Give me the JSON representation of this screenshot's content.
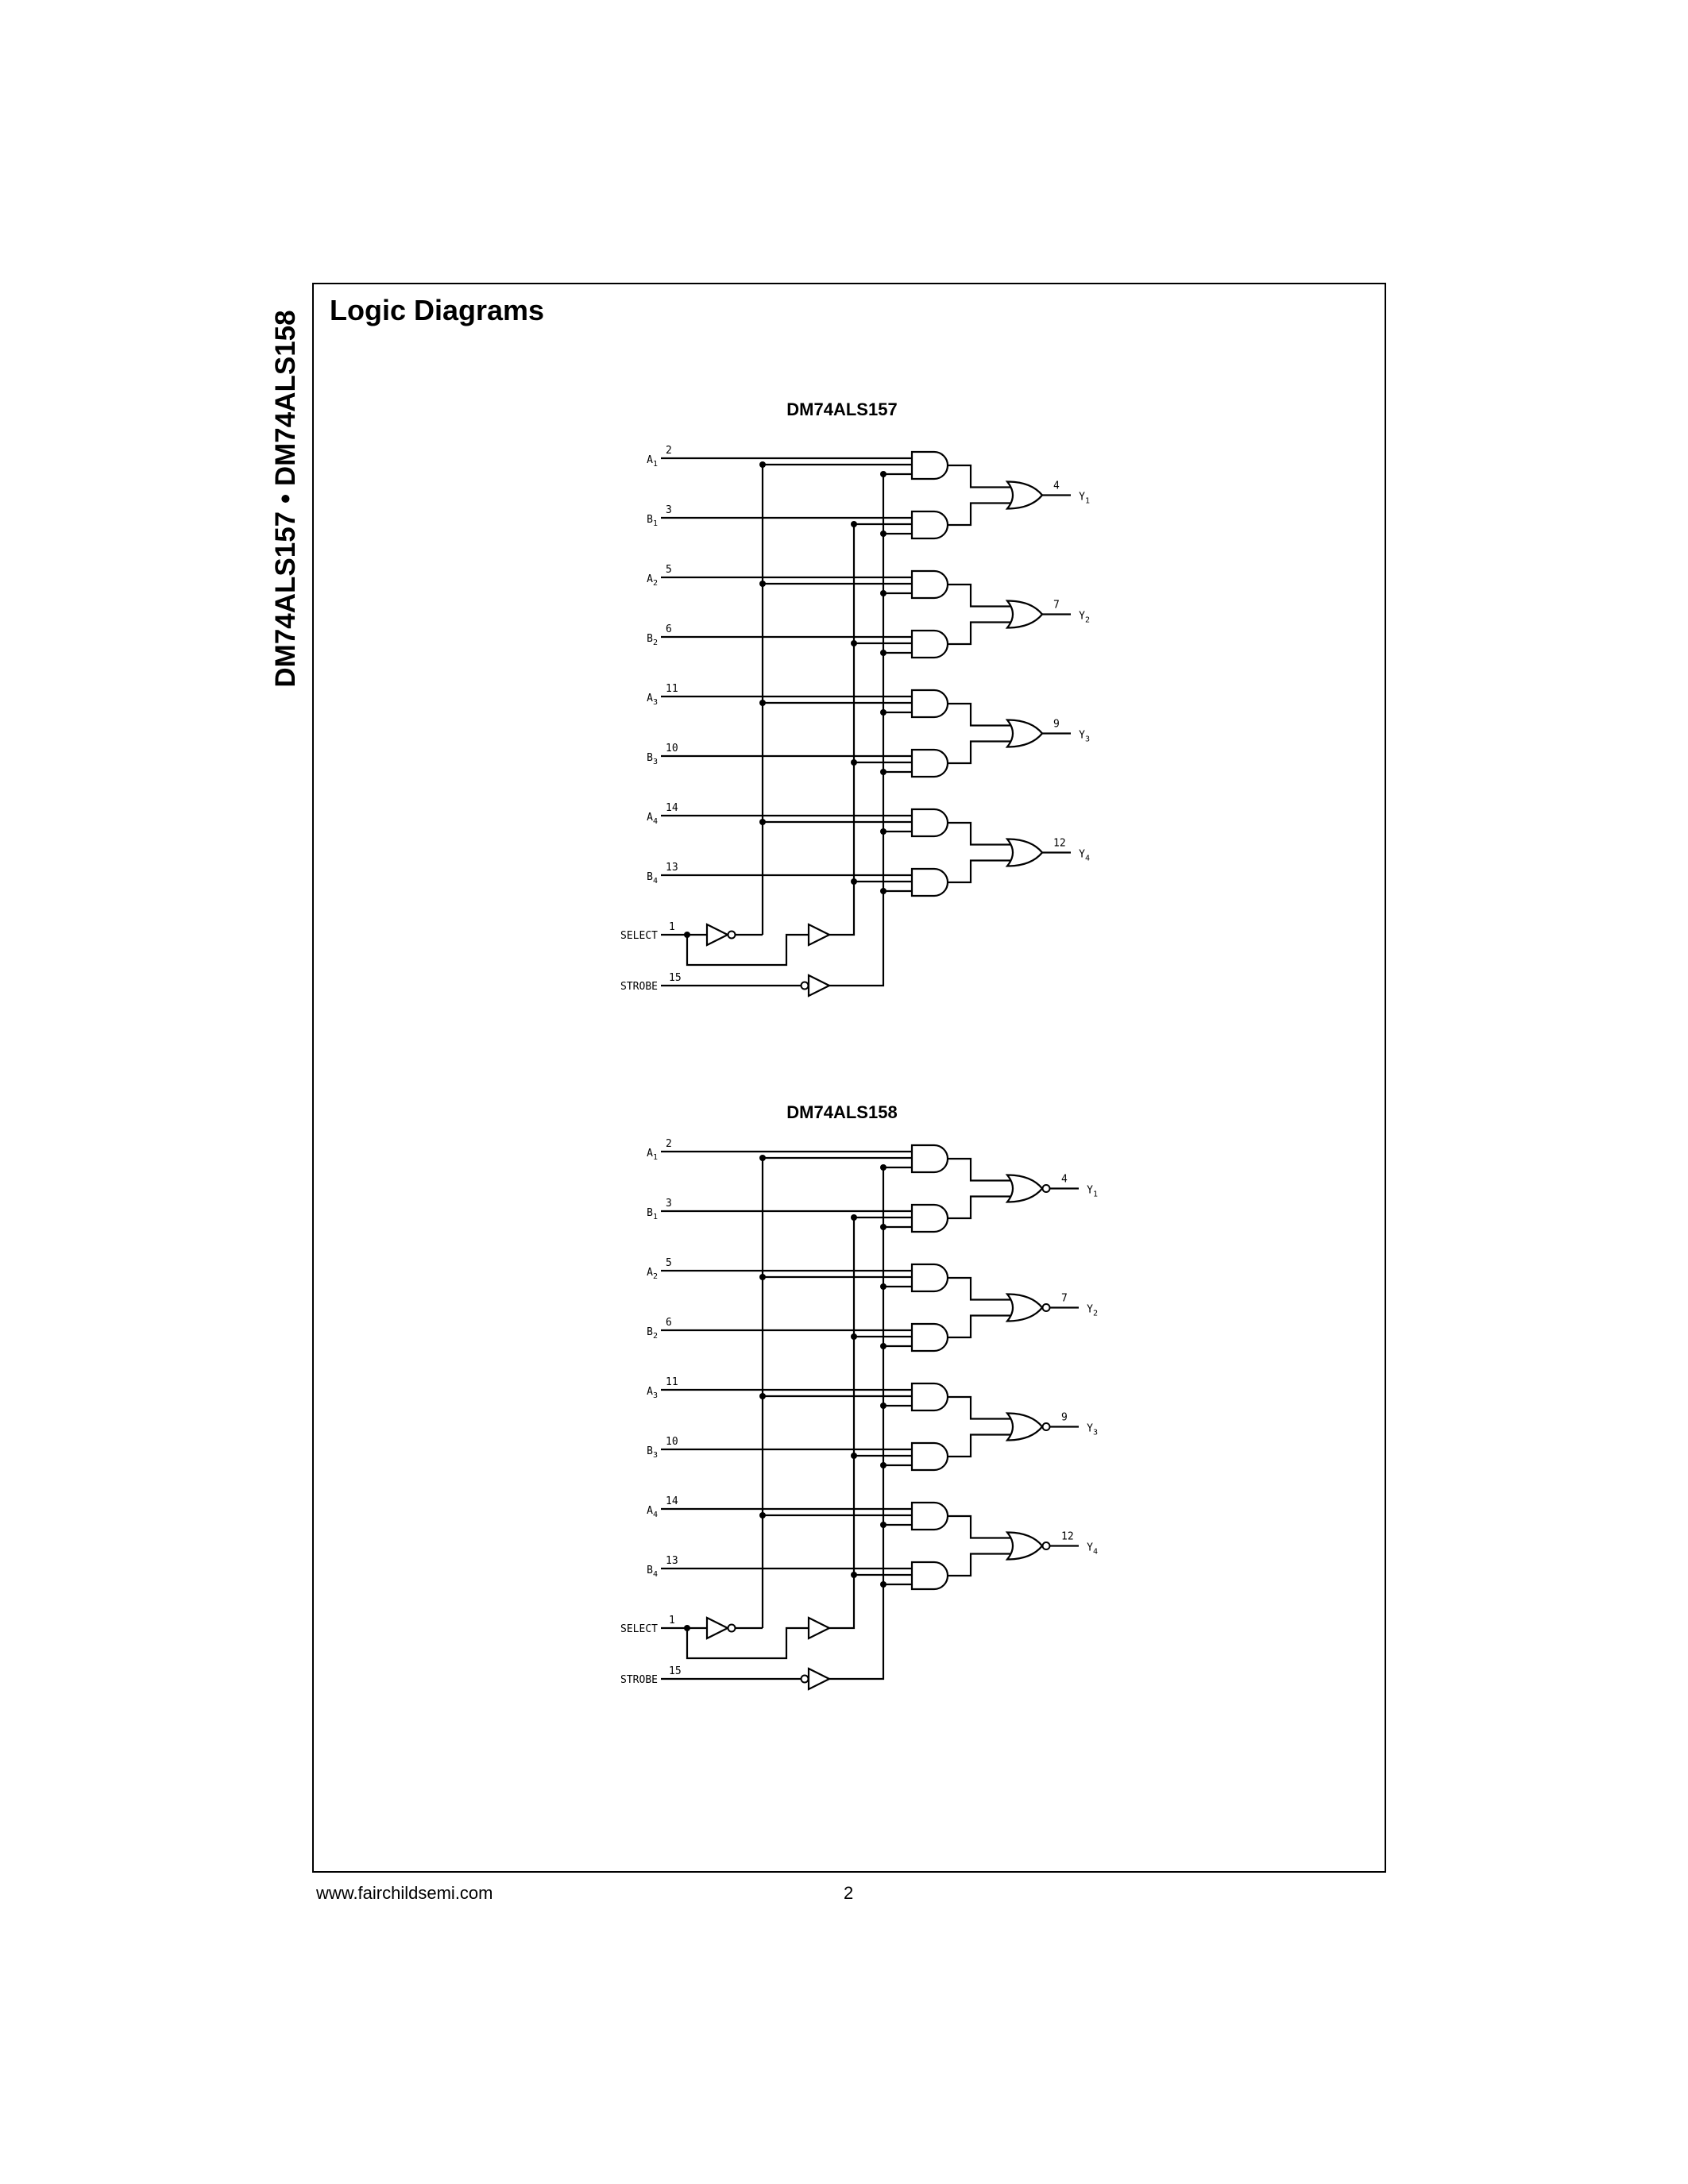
{
  "side_title": "DM74ALS157 • DM74ALS158",
  "section_title": "Logic Diagrams",
  "footer": {
    "url": "www.fairchildsemi.com",
    "page": "2"
  },
  "diagrams": [
    {
      "title": "DM74ALS157",
      "inverted_outputs": false,
      "inputs": [
        {
          "sig": "A",
          "sub": "1",
          "pin": "2"
        },
        {
          "sig": "B",
          "sub": "1",
          "pin": "3"
        },
        {
          "sig": "A",
          "sub": "2",
          "pin": "5"
        },
        {
          "sig": "B",
          "sub": "2",
          "pin": "6"
        },
        {
          "sig": "A",
          "sub": "3",
          "pin": "11"
        },
        {
          "sig": "B",
          "sub": "3",
          "pin": "10"
        },
        {
          "sig": "A",
          "sub": "4",
          "pin": "14"
        },
        {
          "sig": "B",
          "sub": "4",
          "pin": "13"
        }
      ],
      "outputs": [
        {
          "sig": "Y",
          "sub": "1",
          "pin": "4"
        },
        {
          "sig": "Y",
          "sub": "2",
          "pin": "7"
        },
        {
          "sig": "Y",
          "sub": "3",
          "pin": "9"
        },
        {
          "sig": "Y",
          "sub": "4",
          "pin": "12"
        }
      ],
      "select": {
        "label": "SELECT",
        "pin": "1"
      },
      "strobe": {
        "label": "STROBE",
        "pin": "15"
      }
    },
    {
      "title": "DM74ALS158",
      "inverted_outputs": true,
      "inputs": [
        {
          "sig": "A",
          "sub": "1",
          "pin": "2"
        },
        {
          "sig": "B",
          "sub": "1",
          "pin": "3"
        },
        {
          "sig": "A",
          "sub": "2",
          "pin": "5"
        },
        {
          "sig": "B",
          "sub": "2",
          "pin": "6"
        },
        {
          "sig": "A",
          "sub": "3",
          "pin": "11"
        },
        {
          "sig": "B",
          "sub": "3",
          "pin": "10"
        },
        {
          "sig": "A",
          "sub": "4",
          "pin": "14"
        },
        {
          "sig": "B",
          "sub": "4",
          "pin": "13"
        }
      ],
      "outputs": [
        {
          "sig": "Y",
          "sub": "1",
          "pin": "4"
        },
        {
          "sig": "Y",
          "sub": "2",
          "pin": "7"
        },
        {
          "sig": "Y",
          "sub": "3",
          "pin": "9"
        },
        {
          "sig": "Y",
          "sub": "4",
          "pin": "12"
        }
      ],
      "select": {
        "label": "SELECT",
        "pin": "1"
      },
      "strobe": {
        "label": "STROBE",
        "pin": "15"
      }
    }
  ]
}
